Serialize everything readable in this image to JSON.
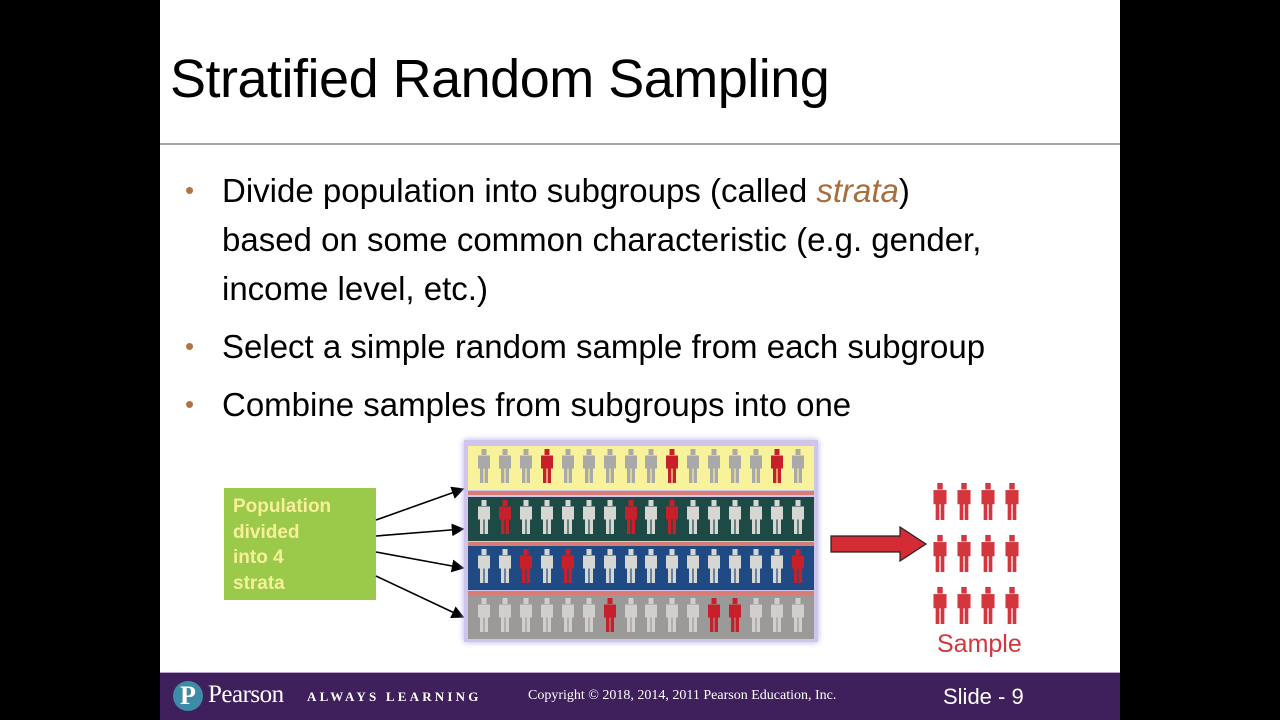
{
  "slide": {
    "title": "Stratified Random Sampling",
    "bullets": [
      {
        "pre": "Divide population into subgroups (called ",
        "emph": "strata",
        "post": ")",
        "line2": "based on some common characteristic (e.g. gender,",
        "line3": "income level, etc.)"
      },
      {
        "text": "Select a simple random sample from each subgroup"
      },
      {
        "text": "Combine samples from subgroups into one"
      }
    ],
    "bullet_glyph": "•",
    "colors": {
      "bullet": "#b5733c",
      "emphasis": "#a86e3c",
      "footer_bg": "#3f1f5c",
      "label_box": "#9bc94a",
      "label_text": "#f7f09a",
      "sample_red": "#d4363e"
    }
  },
  "diagram": {
    "label_box_lines": [
      "Population",
      "divided",
      "into 4",
      "strata"
    ],
    "strata": [
      {
        "name": "stratum-1",
        "bg": "#f8f39a",
        "figure_color": "#a9a9a9",
        "count": 16,
        "sampled_positions": [
          4,
          10,
          15
        ]
      },
      {
        "name": "stratum-2",
        "bg": "#1e4a45",
        "figure_color": "#d6d6d2",
        "count": 16,
        "sampled_positions": [
          2,
          8,
          10
        ]
      },
      {
        "name": "stratum-3",
        "bg": "#1f4a84",
        "figure_color": "#d6d6d2",
        "count": 16,
        "sampled_positions": [
          3,
          5,
          16
        ]
      },
      {
        "name": "stratum-4",
        "bg": "#9c9a98",
        "figure_color": "#d0cfcb",
        "count": 16,
        "sampled_positions": [
          7,
          12,
          13
        ]
      }
    ],
    "sample_count": 12,
    "sample_label": "Sample"
  },
  "footer": {
    "logo_glyph": "P",
    "brand": "Pearson",
    "tagline": "ALWAYS LEARNING",
    "copyright": "Copyright © 2018, 2014, 2011 Pearson Education, Inc.",
    "slide_number": "Slide - 9"
  }
}
